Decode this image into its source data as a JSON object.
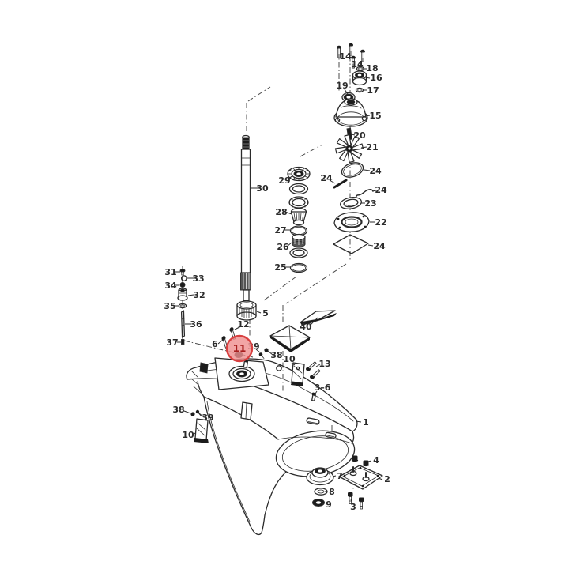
{
  "diagram": {
    "type": "exploded-parts-diagram",
    "colors": {
      "line": "#2b2b2b",
      "dark": "#1c1c1c",
      "highlight_fill": "#ef8f8f",
      "highlight_stroke": "#d84040",
      "highlight_text": "#a81f1f",
      "background": "#ffffff"
    },
    "highlight": {
      "label": "11"
    },
    "callouts": {
      "n1": "1",
      "n2": "2",
      "n3": "3",
      "n4": "4",
      "n5": "5",
      "n6": "6",
      "n7": "7",
      "n8": "8",
      "n9": "9",
      "n10": "10",
      "n11": "11",
      "n12": "12",
      "n13": "13",
      "n14": "14",
      "n15": "15",
      "n16": "16",
      "n17": "17",
      "n18": "18",
      "n19": "19",
      "n20": "20",
      "n21": "21",
      "n22": "22",
      "n23": "23",
      "n24": "24",
      "n25": "25",
      "n26": "26",
      "n27": "27",
      "n28": "28",
      "n29": "29",
      "n30": "30",
      "n31": "31",
      "n32": "32",
      "n33": "33",
      "n34": "34",
      "n35": "35",
      "n36": "36",
      "n37": "37",
      "n38": "38",
      "n39": "39",
      "n40": "40",
      "range_3_6": "3–6"
    }
  }
}
